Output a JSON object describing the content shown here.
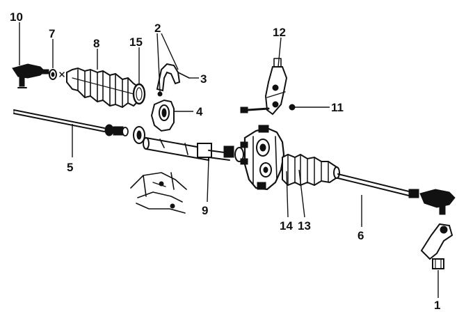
{
  "diagram": {
    "callouts": [
      {
        "id": "callout-1",
        "text": "1"
      },
      {
        "id": "callout-2",
        "text": "2"
      },
      {
        "id": "callout-3",
        "text": "3"
      },
      {
        "id": "callout-4",
        "text": "4"
      },
      {
        "id": "callout-5",
        "text": "5"
      },
      {
        "id": "callout-6",
        "text": "6"
      },
      {
        "id": "callout-7",
        "text": "7"
      },
      {
        "id": "callout-8",
        "text": "8"
      },
      {
        "id": "callout-9",
        "text": "9"
      },
      {
        "id": "callout-10",
        "text": "10"
      },
      {
        "id": "callout-11",
        "text": "11"
      },
      {
        "id": "callout-12",
        "text": "12"
      },
      {
        "id": "callout-13",
        "text": "13"
      },
      {
        "id": "callout-14",
        "text": "14"
      },
      {
        "id": "callout-15",
        "text": "15"
      }
    ],
    "colors": {
      "ink": "#111111",
      "background": "#ffffff"
    }
  }
}
